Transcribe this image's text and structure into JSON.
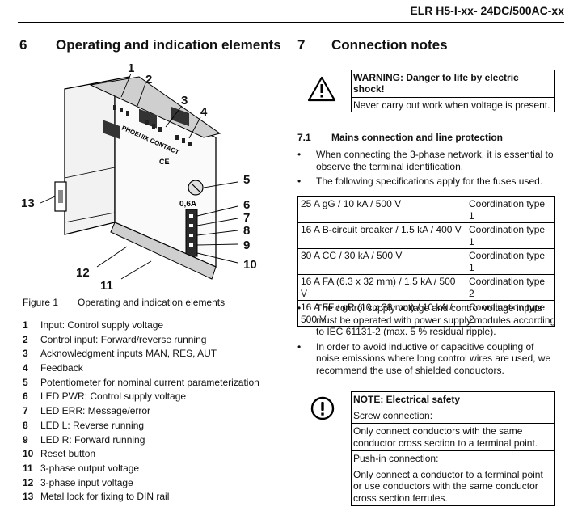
{
  "header": {
    "title": "ELR H5-I-xx- 24DC/500AC-xx"
  },
  "section6": {
    "number": "6",
    "title": "Operating and indication elements"
  },
  "section7": {
    "number": "7",
    "title": "Connection notes"
  },
  "figure": {
    "callouts": [
      "1",
      "2",
      "3",
      "4",
      "5",
      "6",
      "7",
      "8",
      "9",
      "10",
      "11",
      "12",
      "13"
    ],
    "device_texts": {
      "brand": "PHOENIX CONTACT",
      "ce": "CE",
      "value": "0,6A"
    },
    "caption_label": "Figure 1",
    "caption_text": "Operating and indication elements"
  },
  "legend": [
    {
      "num": "1",
      "text": "Input: Control supply voltage"
    },
    {
      "num": "2",
      "text": "Control input: Forward/reverse running"
    },
    {
      "num": "3",
      "text": "Acknowledgment inputs MAN, RES, AUT"
    },
    {
      "num": "4",
      "text": "Feedback"
    },
    {
      "num": "5",
      "text": "Potentiometer for nominal current parameterization"
    },
    {
      "num": "6",
      "text": "LED PWR: Control supply voltage"
    },
    {
      "num": "7",
      "text": "LED ERR: Message/error"
    },
    {
      "num": "8",
      "text": "LED L: Reverse running"
    },
    {
      "num": "9",
      "text": "LED R: Forward running"
    },
    {
      "num": "10",
      "text": "Reset button"
    },
    {
      "num": "11",
      "text": "3-phase output voltage"
    },
    {
      "num": "12",
      "text": "3-phase input voltage"
    },
    {
      "num": "13",
      "text": "Metal lock for fixing to DIN rail"
    }
  ],
  "warning": {
    "icon": "warning-triangle-icon",
    "title": "WARNING: Danger to life by electric shock!",
    "text": "Never carry out work when voltage is present."
  },
  "subsection": {
    "number": "7.1",
    "title": "Mains connection and line protection"
  },
  "bullets_top": [
    {
      "dot": "•",
      "text": "When connecting the 3-phase network, it is essential to observe the terminal identification."
    },
    {
      "dot": "•",
      "text": "The following specifications apply for the fuses used."
    }
  ],
  "fuse_table": [
    {
      "fuse": "25 A gG / 10 kA / 500 V",
      "coordination": "Coordination type 1"
    },
    {
      "fuse": "16 A B-circuit breaker / 1.5 kA / 400 V",
      "coordination": "Coordination type 1"
    },
    {
      "fuse": "30 A CC / 30 kA / 500 V",
      "coordination": "Coordination type 1"
    },
    {
      "fuse": "16 A FA (6.3 x 32 mm) / 1.5  kA / 500 V",
      "coordination": "Coordination type 2"
    },
    {
      "fuse": "16 A FF / gR (10 x 38 mm) / 10 kA / 500 V",
      "coordination": "Coordination type 2"
    }
  ],
  "bullets_bottom": [
    {
      "dot": "•",
      "text": "The control supply voltage and control voltage inputs must be operated with power supply modules according to IEC 61131-2 (max. 5 % residual ripple)."
    },
    {
      "dot": "•",
      "text": "In order to avoid inductive or capacitive coupling of noise emissions where long control wires are used, we recommend the use of shielded conductors."
    }
  ],
  "note": {
    "icon": "exclamation-circle-icon",
    "title": "NOTE: Electrical safety",
    "screw_label": "Screw connection:",
    "screw_text": "Only connect conductors with the same conductor cross section to a terminal point.",
    "push_label": "Push-in connection:",
    "push_text": "Only connect a conductor to a terminal point or use conductors with the same conductor cross section ferrules."
  }
}
